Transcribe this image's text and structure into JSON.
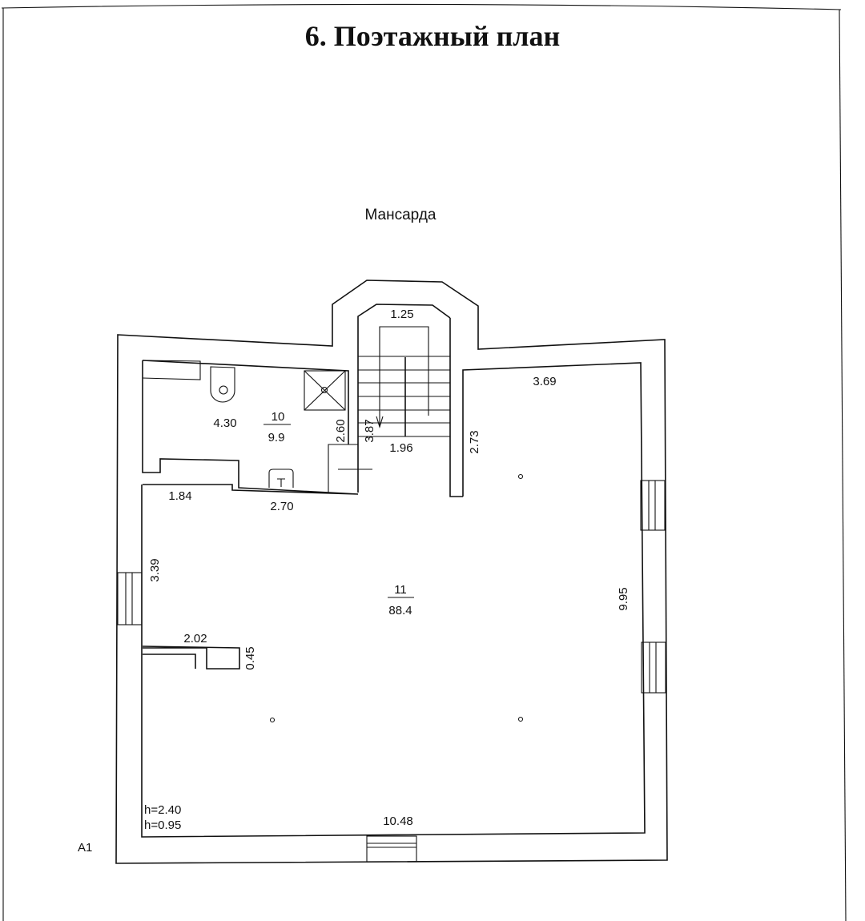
{
  "title": "6. Поэтажный план",
  "floor_name": "Мансарда",
  "plan_label": "А1",
  "rooms": [
    {
      "number": "10",
      "area": "9.9"
    },
    {
      "number": "11",
      "area": "88.4"
    }
  ],
  "dimensions": {
    "stair_top": "1.25",
    "stair_bottom": "1.96",
    "stair_length": "3.87",
    "stair_right": "2.73",
    "bath_width": "4.30",
    "bath_depth": "2.60",
    "bath_bottom_left": "1.84",
    "bath_bottom_right": "2.70",
    "room_top": "3.69",
    "room_left_upper": "3.39",
    "room_right": "9.95",
    "ledge_width": "2.02",
    "ledge_depth": "0.45",
    "room_bottom": "10.48"
  },
  "heights": [
    "h=2.40",
    "h=0.95"
  ]
}
